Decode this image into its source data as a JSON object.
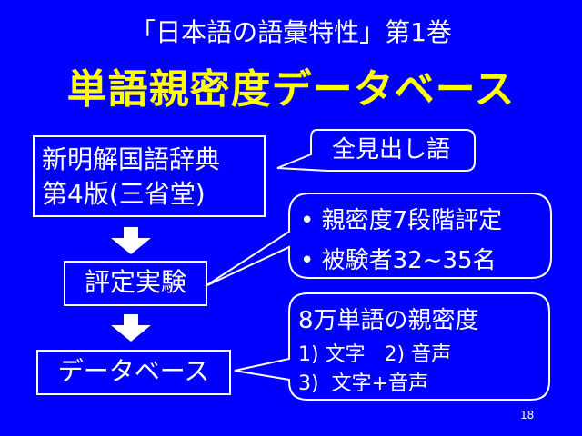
{
  "title_line1": "「日本語の語彙特性」第1巻",
  "title_line2": "単語親密度データベース",
  "source": {
    "line1": "新明解国語辞典",
    "line2": "第4版(三省堂)"
  },
  "experiment": "評定実験",
  "database": "データベース",
  "callout_headwords": "全見出し語",
  "callout_rating": {
    "item1": "• 親密度7段階評定",
    "item2": "• 被験者32~35名"
  },
  "callout_output": {
    "line1": "8万単語の親密度",
    "line2": "1) 文字   2) 音声",
    "line3": "3)  文字+音声"
  },
  "page_number": "18",
  "colors": {
    "background": "#0000ff",
    "title_highlight": "#ffff00",
    "text": "#ffffff"
  },
  "icons": [
    "down-arrow-icon"
  ]
}
